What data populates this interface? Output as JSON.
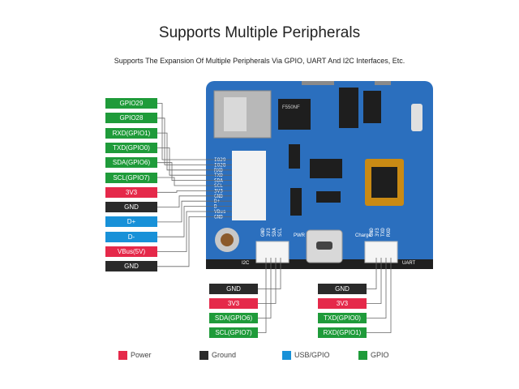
{
  "header": {
    "title": "Supports Multiple Peripherals",
    "subtitle": "Supports The Expansion Of Multiple Peripherals Via GPIO, UART And I2C Interfaces, Etc."
  },
  "colors": {
    "power": "#e5294a",
    "ground": "#2a2a2a",
    "usb_gpio": "#1891d8",
    "gpio": "#1f9b3a",
    "board": "#2b6fbe"
  },
  "left_header_pins": [
    {
      "label": "GPIO29",
      "type": "gpio"
    },
    {
      "label": "GPIO28",
      "type": "gpio"
    },
    {
      "label": "RXD(GPIO1)",
      "type": "gpio"
    },
    {
      "label": "TXD(GPIO0)",
      "type": "gpio"
    },
    {
      "label": "SDA(GPIO6)",
      "type": "gpio"
    },
    {
      "label": "SCL(GPIO7)",
      "type": "gpio"
    },
    {
      "label": "3V3",
      "type": "power"
    },
    {
      "label": "GND",
      "type": "ground"
    },
    {
      "label": "D+",
      "type": "usb"
    },
    {
      "label": "D-",
      "type": "usb"
    },
    {
      "label": "VBus(5V)",
      "type": "power"
    },
    {
      "label": "GND",
      "type": "ground"
    }
  ],
  "i2c_pins": [
    {
      "label": "GND",
      "type": "ground"
    },
    {
      "label": "3V3",
      "type": "power"
    },
    {
      "label": "SDA(GPIO6)",
      "type": "gpio"
    },
    {
      "label": "SCL(GPIO7)",
      "type": "gpio"
    }
  ],
  "uart_pins": [
    {
      "label": "GND",
      "type": "ground"
    },
    {
      "label": "3V3",
      "type": "power"
    },
    {
      "label": "TXD(GPIO0)",
      "type": "gpio"
    },
    {
      "label": "RXD(GPIO1)",
      "type": "gpio"
    }
  ],
  "board": {
    "header_silk": [
      "IO29",
      "IO28",
      "RXD",
      "TXD",
      "SDA",
      "SCL",
      "3V3",
      "GND",
      "D+",
      "D-",
      "VBus",
      "GND"
    ],
    "i2c_silk": [
      "GND",
      "3V3",
      "SDA",
      "SCL"
    ],
    "uart_silk": [
      "GND",
      "3V3",
      "TXD",
      "RXD"
    ],
    "i2c_label": "I2C",
    "uart_label": "UART",
    "pwr_label": "PWR",
    "charge_label": "Charge"
  },
  "legend": [
    {
      "label": "Power",
      "type": "power"
    },
    {
      "label": "Ground",
      "type": "ground"
    },
    {
      "label": "USB/GPIO",
      "type": "usb"
    },
    {
      "label": "GPIO",
      "type": "gpio"
    }
  ]
}
